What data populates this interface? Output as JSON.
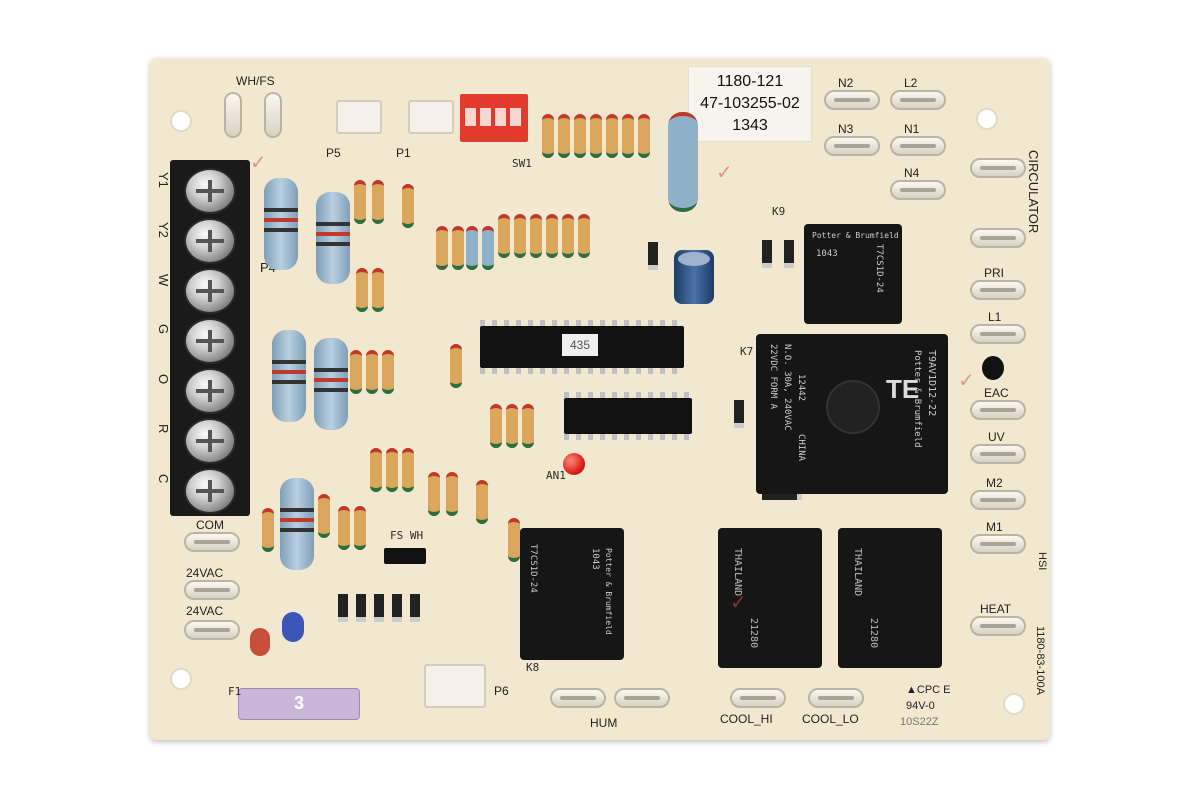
{
  "sticker": {
    "line1": "1180-121",
    "line2": "47-103255-02",
    "line3": "1343"
  },
  "ic_label": "435",
  "fuse_label": "3",
  "relay_main": {
    "brand": "TE",
    "model": "T9AV1D12-22",
    "maker": "Potter & Brumfield",
    "form": "22VDC FORM A",
    "rating": "N.O. 30A, 240VAC",
    "code": "12442",
    "origin": "CHINA"
  },
  "relay_small": {
    "model": "T7CS1D-24",
    "maker": "Potter & Brumfield",
    "code": "1043"
  },
  "relay_k8": {
    "model": "T7CS1D-24",
    "maker": "Potter & Brumfield",
    "code": "1043"
  },
  "relay_cool": {
    "origin": "THAILAND",
    "code": "21280"
  },
  "terminals_right": [
    "N2",
    "L2",
    "N3",
    "N1",
    "N4",
    "PRI",
    "L1",
    "EAC",
    "UV",
    "M2",
    "M1",
    "HEAT"
  ],
  "terminals_bottom": [
    "HUM",
    "COOL_HI",
    "COOL_LO"
  ],
  "terminals_left": [
    "COM",
    "24VAC",
    "24VAC"
  ],
  "labels": {
    "wh_fs": "WH/FS",
    "circulator": "CIRCULATOR",
    "p5": "P5",
    "p1": "P1",
    "p4": "P4",
    "p6": "P6",
    "sw1": "SW1",
    "cpc": "▲CPC E",
    "v0": "94V-0",
    "part": "1180-83-100A",
    "date": "10S22Z",
    "hsi": "HSI",
    "fs_wh": "FS WH",
    "f1": "F1",
    "an1": "AN1",
    "k9": "K9",
    "k7": "K7",
    "k8": "K8"
  },
  "screw_labels": [
    "Y1",
    "Y2",
    "W",
    "G",
    "O",
    "R",
    "C"
  ]
}
